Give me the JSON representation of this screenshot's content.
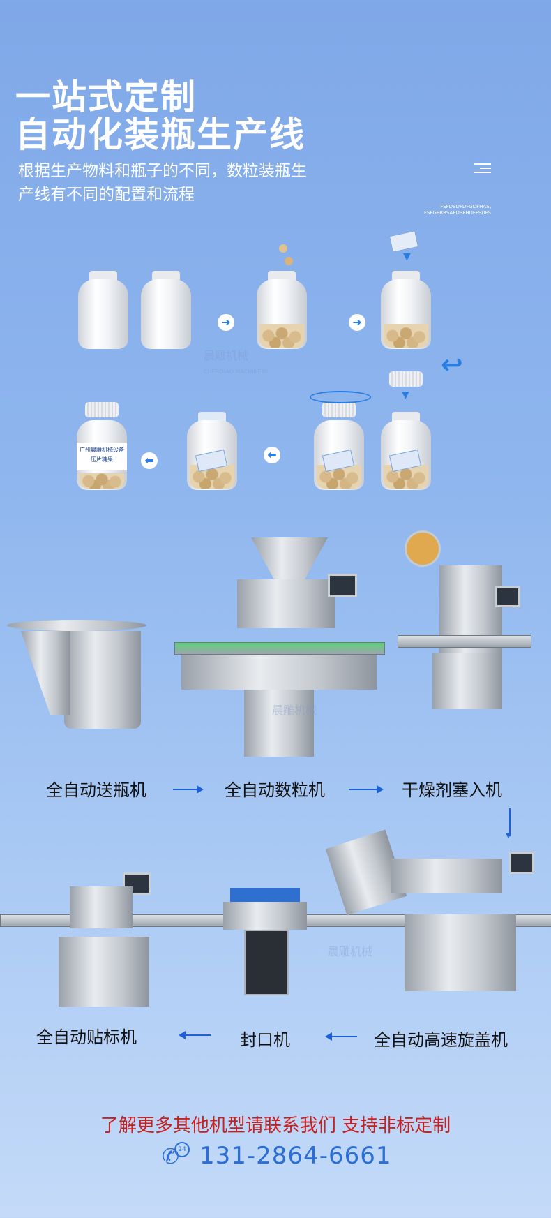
{
  "hero": {
    "line1": "一站式定制",
    "line2": "自动化装瓶生产线",
    "sub1": "根据生产物料和瓶子的不同，数粒装瓶生",
    "sub2": "产线有不同的配置和流程",
    "tiny1": "FSFDSDFDFGDFHAS\\",
    "tiny2": "FSFGERRSAFDSFHDFFSDFS"
  },
  "bottle_label": {
    "line1": "广州晨雕机械设备",
    "line2": "压片糖果"
  },
  "watermark": {
    "brand": "晨雕机械",
    "brand_en": "CHENDIAO MACHINERY"
  },
  "machines_row1": [
    "全自动送瓶机",
    "全自动数粒机",
    "干燥剂塞入机"
  ],
  "machines_row2": [
    "全自动贴标机",
    "封口机",
    "全自动高速旋盖机"
  ],
  "cta": {
    "text": "了解更多其他机型请联系我们 支持非标定制",
    "phone": "131-2864-6661",
    "hours": "24"
  },
  "colors": {
    "accent": "#1f5fd6",
    "cta_red": "#c8201e",
    "phone_blue": "#2a6ed6"
  }
}
